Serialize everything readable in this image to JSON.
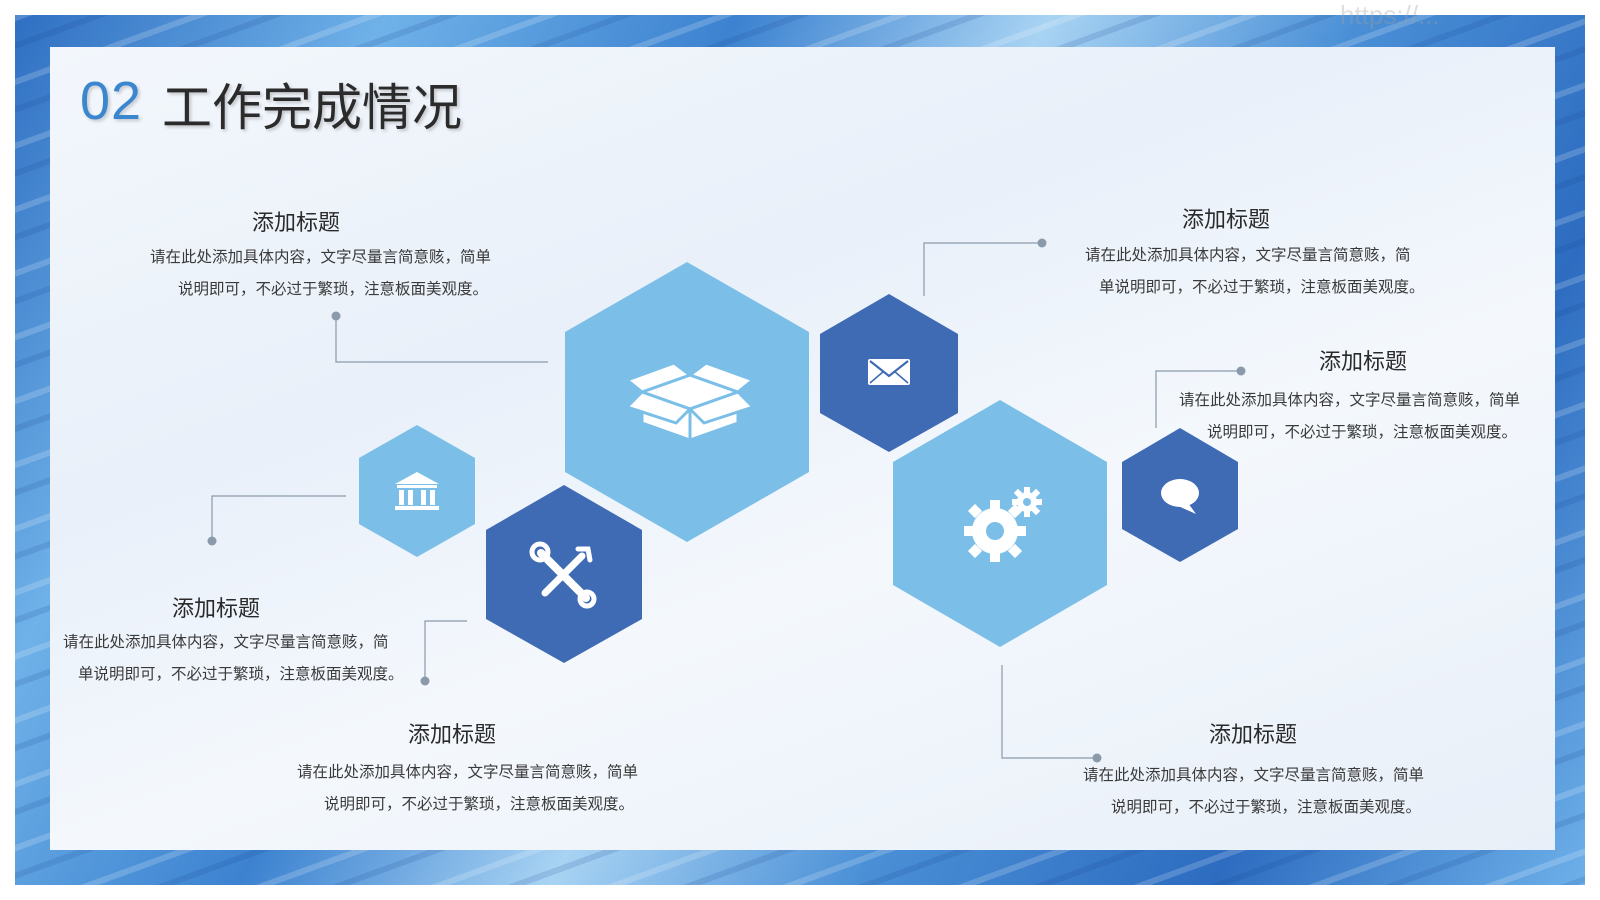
{
  "title": {
    "number": "02",
    "text": "工作完成情况"
  },
  "watermark": "https://...",
  "colors": {
    "light_hex": "#7bbfe8",
    "dark_hex": "#3f6ab4",
    "number": "#3a86cf",
    "connector": "#8a9aaa"
  },
  "blocks": [
    {
      "id": "top-left",
      "heading": "添加标题",
      "line1": "请在此处添加具体内容，文字尽量言简意赅，简单",
      "line2": "说明即可，不必过于繁琐，注意板面美观度。"
    },
    {
      "id": "mid-left",
      "heading": "添加标题",
      "line1": "请在此处添加具体内容，文字尽量言简意赅，简",
      "line2": "单说明即可，不必过于繁琐，注意板面美观度。"
    },
    {
      "id": "bottom-left",
      "heading": "添加标题",
      "line1": "请在此处添加具体内容，文字尽量言简意赅，简单",
      "line2": "说明即可，不必过于繁琐，注意板面美观度。"
    },
    {
      "id": "top-right",
      "heading": "添加标题",
      "line1": "请在此处添加具体内容，文字尽量言简意赅，简",
      "line2": "单说明即可，不必过于繁琐，注意板面美观度。"
    },
    {
      "id": "mid-right",
      "heading": "添加标题",
      "line1": "请在此处添加具体内容，文字尽量言简意赅，简单",
      "line2": "说明即可，不必过于繁琐，注意板面美观度。"
    },
    {
      "id": "bottom-right",
      "heading": "添加标题",
      "line1": "请在此处添加具体内容，文字尽量言简意赅，简单",
      "line2": "说明即可，不必过于繁琐，注意板面美观度。"
    }
  ],
  "icons": [
    "box-icon",
    "envelope-icon",
    "bank-icon",
    "tools-icon",
    "gears-icon",
    "chat-bubble-icon"
  ]
}
